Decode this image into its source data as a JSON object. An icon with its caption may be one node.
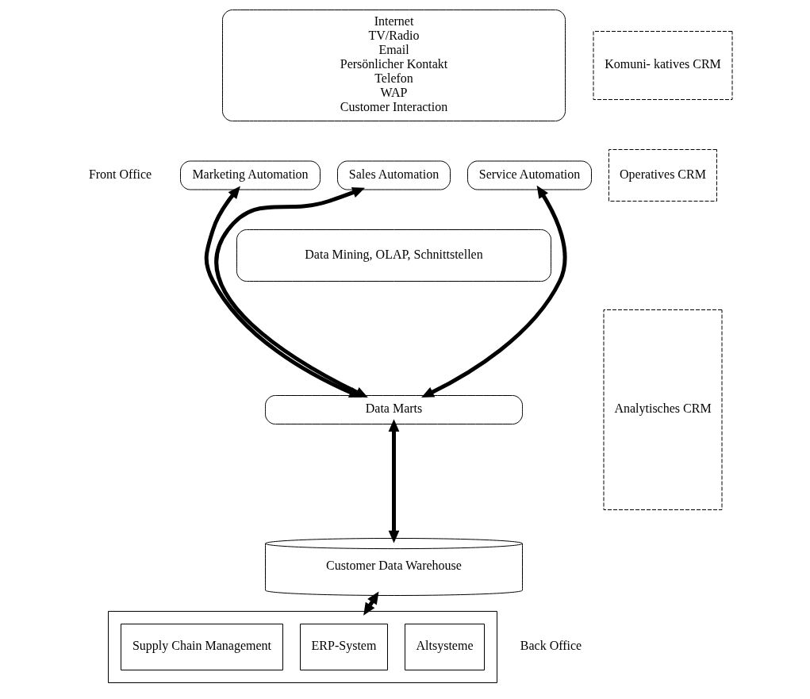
{
  "diagram": {
    "nodes": [
      {
        "text": [
          "Internet",
          "TV/Radio",
          "Email",
          "Persönlicher Kontakt",
          "Telefon",
          "WAP",
          "Customer Interaction"
        ]
      },
      {
        "text": [
          "Komuni- katives CRM"
        ]
      },
      {
        "text": [
          "Marketing Automation"
        ]
      },
      {
        "text": [
          "Sales Automation"
        ]
      },
      {
        "text": [
          "Service Automation"
        ]
      },
      {
        "text": [
          "Operatives CRM"
        ]
      },
      {
        "text": [
          "Data Mining, OLAP, Schnittstellen"
        ]
      },
      {
        "text": [
          "Data Marts"
        ]
      },
      {
        "text": [
          "Customer Data Warehouse"
        ]
      },
      {
        "text": [
          "Analytisches CRM"
        ]
      },
      {
        "text": [],
        "shape": "box"
      },
      {
        "text": [
          "Supply Chain Management"
        ],
        "in": 10
      },
      {
        "text": [
          "ERP-System"
        ],
        "in": 10
      },
      {
        "text": [
          "Altsysteme"
        ],
        "in": 10
      }
    ],
    "edges": [
      {
        "from": 2,
        "to": 7,
        "arrow": "both"
      },
      {
        "from": 3,
        "to": 7,
        "arrow": "both"
      },
      {
        "from": 4,
        "to": 7,
        "arrow": "both"
      },
      {
        "from": 7,
        "to": 8,
        "arrow": "both"
      },
      {
        "from": 8,
        "to": 10,
        "arrow": "both"
      }
    ],
    "labels": [
      "Front Office",
      "Back Office"
    ]
  }
}
